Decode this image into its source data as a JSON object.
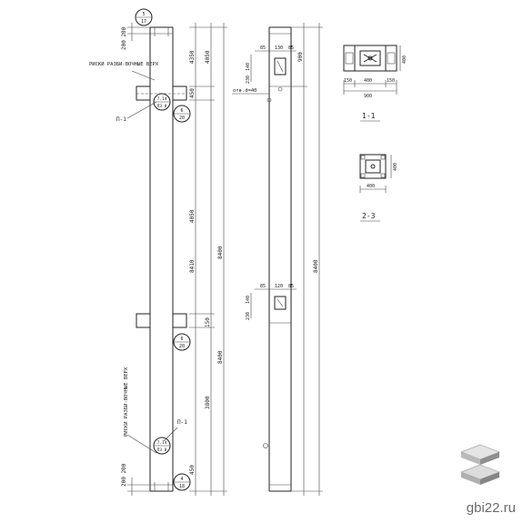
{
  "dims": {
    "top_200_200": "200 200",
    "d4350": "4350",
    "d450_left": "450",
    "d4050": "4050",
    "d8400_mid": "8400",
    "d8400_total": "8400",
    "d4610": "8410",
    "d150": "150",
    "d3800": "3800",
    "d450_low": "450",
    "bot_200_200": "200 200",
    "r900": "900",
    "r8400": "8400",
    "r85_a": "85",
    "r130_a": "130",
    "r85_b": "85",
    "r140_a": "140",
    "r230_a": "230",
    "r85_c": "85",
    "r120": "120",
    "r85_d": "85",
    "r140_b": "140",
    "r230_b": "230",
    "s1_150_left": "150",
    "s1_400": "400",
    "s1_150_right": "150",
    "s1_900": "900",
    "s1_400_h": "400",
    "s2_400_h": "400",
    "s2_400": "400"
  },
  "labels": {
    "risk_top": "РИСКИ РАЗБИ-ВОЧНЫЕ ВЕРХ",
    "risk_bottom": "РИСКИ РАЗБИ-ВОЧНЫЕ ВЕРХ",
    "p1_top": "П-1",
    "p1_bottom": "П-1",
    "mark_text": "отв.d=40"
  },
  "callouts": {
    "c1_top": "5",
    "c1_bot": "17",
    "c2_top": "6",
    "c2_bot": "20",
    "c3_top": "7.14",
    "c3_bot": "ПЗ 8",
    "c4_top": "6",
    "c4_bot": "20",
    "c5_top": "7.14",
    "c5_bot": "ПЗ 8",
    "c6_top": "4",
    "c6_bot": "18"
  },
  "sections": {
    "s1_title": "1-1",
    "s2_title": "2-3"
  },
  "watermark": "gbi22.ru"
}
